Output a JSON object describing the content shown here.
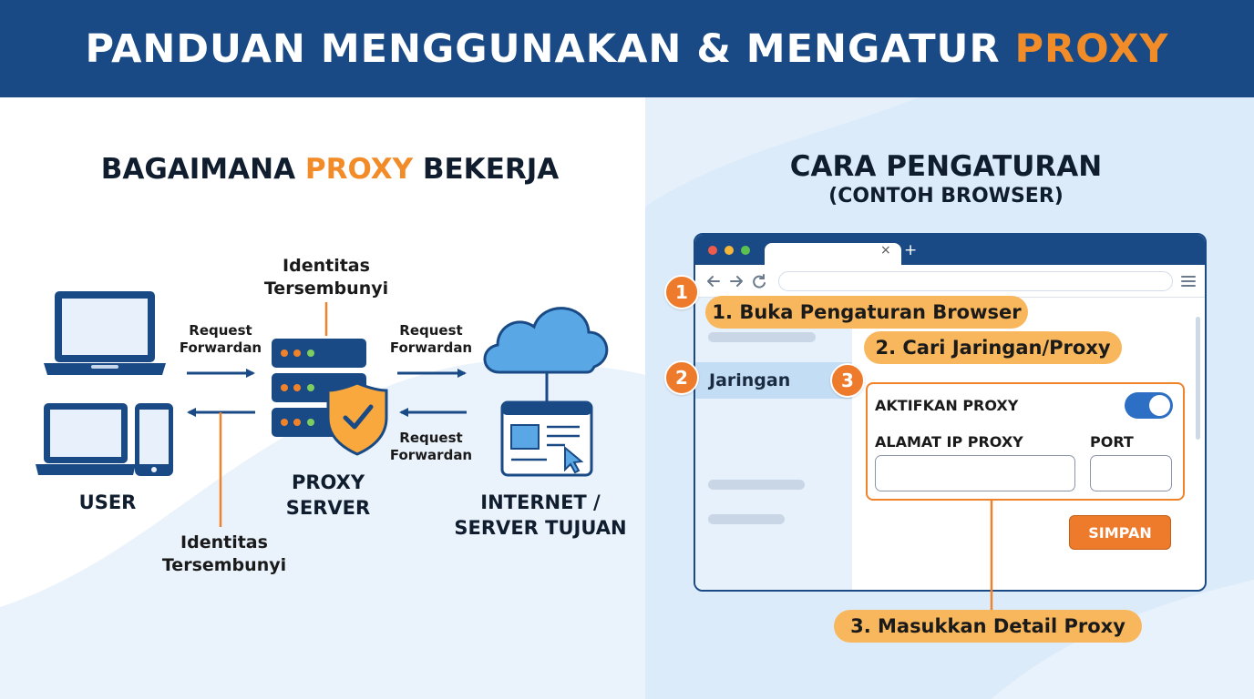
{
  "header": {
    "title_main": "PANDUAN MENGGUNAKAN & MENGATUR",
    "title_accent": "PROXY"
  },
  "left": {
    "title_part1": "BAGAIMANA",
    "title_accent": "PROXY",
    "title_part2": "BEKERJA",
    "identity_top_line1": "Identitas",
    "identity_top_line2": "Tersembunyi",
    "identity_bottom_line1": "Identitas",
    "identity_bottom_line2": "Tersembunyi",
    "request1_line1": "Request",
    "request1_line2": "Forwardan",
    "request2_line1": "Request",
    "request2_line2": "Forwardan",
    "request3_line1": "Request",
    "request3_line2": "Forwardan",
    "user_label": "USER",
    "proxy_line1": "PROXY",
    "proxy_line2": "SERVER",
    "internet_line1": "INTERNET /",
    "internet_line2": "SERVER TUJUAN"
  },
  "right": {
    "title": "CARA PENGATURAN",
    "subtitle": "(CONTOH BROWSER)",
    "step1_label": "1. Buka Pengaturan Browser",
    "step2_label": "2. Cari Jaringan/Proxy",
    "step3_label": "3. Masukkan Detail Proxy",
    "badge1": "1",
    "badge2": "2",
    "badge3": "3",
    "sidebar_item": "Jaringan",
    "enable_proxy_label": "AKTIFKAN PROXY",
    "ip_label": "ALAMAT IP PROXY",
    "port_label": "PORT",
    "save_button": "SIMPAN",
    "tab_close": "×",
    "tab_plus": "+",
    "toggle_on": true
  },
  "colors": {
    "header_bg": "#1a4a85",
    "accent_orange": "#f28c28",
    "navy": "#1a4a85",
    "pill_orange": "#f8b75c",
    "right_bg": "#dcebfa",
    "toggle_blue": "#2d6fc4"
  },
  "icons": [
    "laptop-icon",
    "phone-icon",
    "server-icon",
    "shield-check-icon",
    "cloud-icon",
    "webpage-cursor-icon",
    "arrow-right-icon",
    "arrow-left-icon",
    "back-arrow-icon",
    "forward-arrow-icon",
    "reload-icon",
    "menu-icon"
  ]
}
